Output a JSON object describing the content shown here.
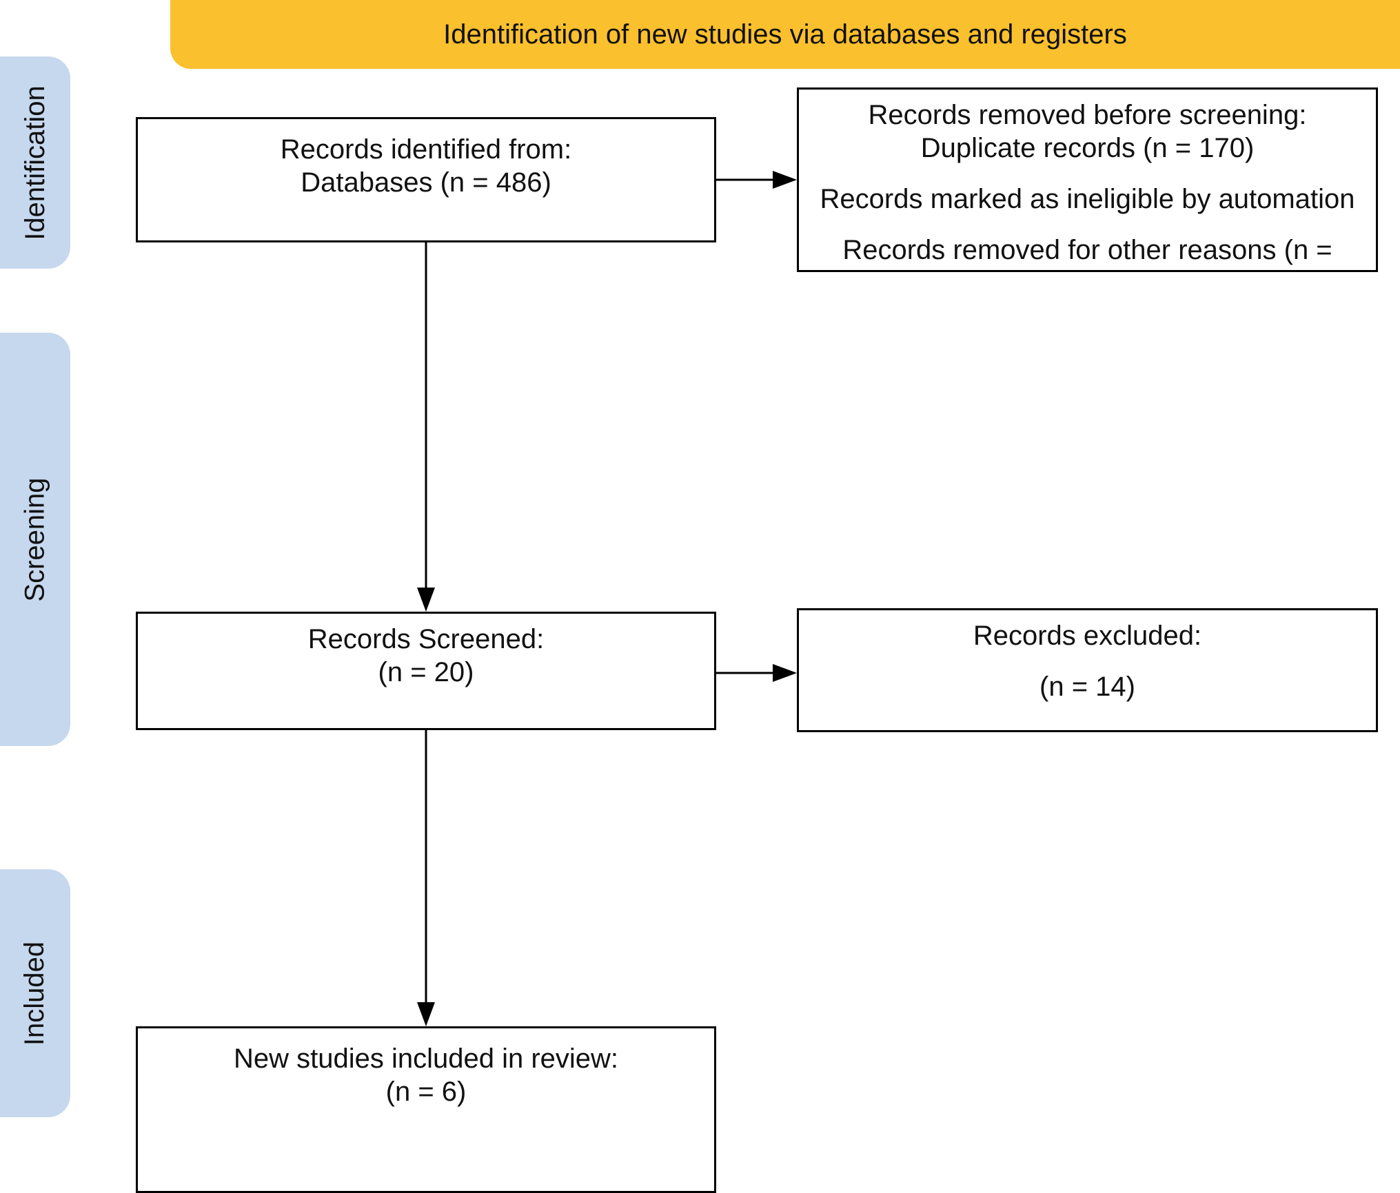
{
  "header": {
    "title": "Identification of new studies via databases and registers",
    "color": "#FBC02D"
  },
  "stages": {
    "identification": "Identification",
    "screening": "Screening",
    "included": "Included",
    "color": "#C6D8EE"
  },
  "boxes": {
    "identified": {
      "line1": "Records identified from:",
      "line2": "Databases (n = 486)"
    },
    "removed": {
      "line1": "Records removed before screening:",
      "line2": "Duplicate records (n = 170)",
      "line3": "Records marked as ineligible by automation",
      "line4": "Records removed for other reasons (n ="
    },
    "screened": {
      "line1": "Records Screened:",
      "line2": "(n = 20)"
    },
    "excluded": {
      "line1": "Records excluded:",
      "line2": "(n = 14)"
    },
    "included": {
      "line1": "New studies included in review:",
      "line2": "(n = 6)"
    }
  }
}
